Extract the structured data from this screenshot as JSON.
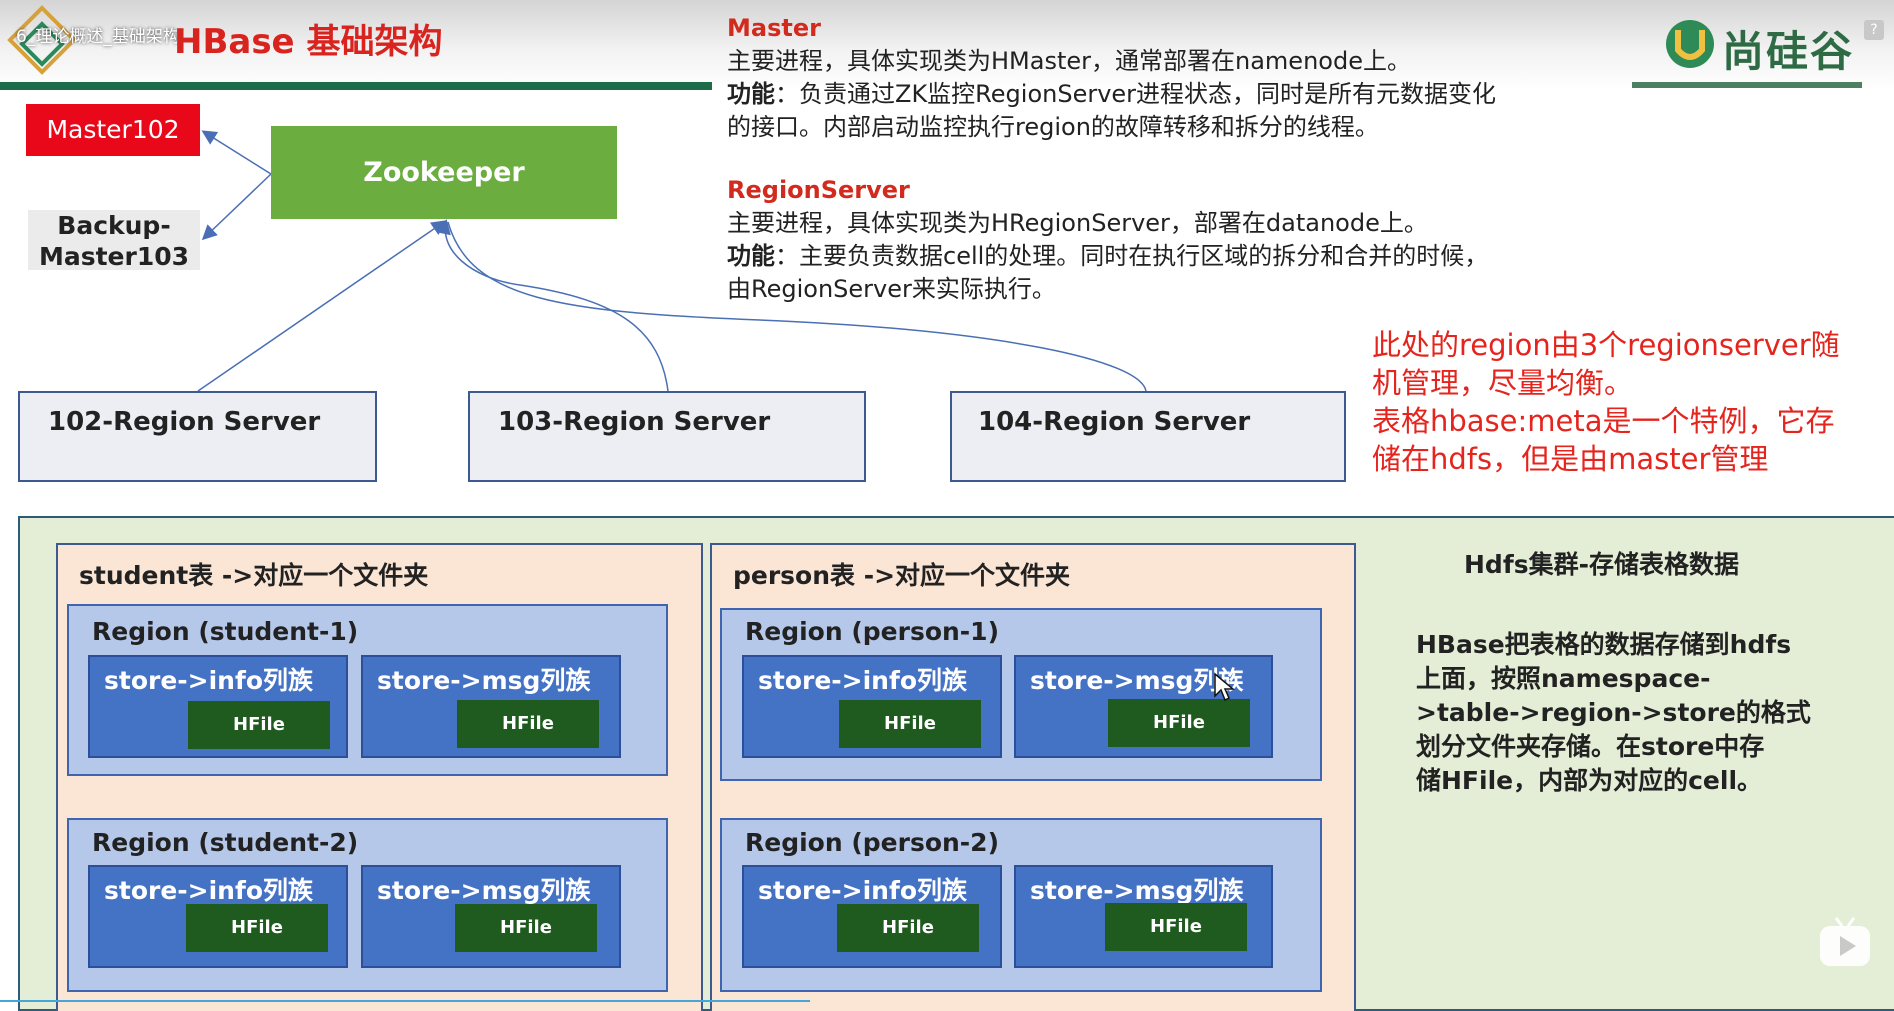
{
  "video": {
    "title": "6_理论概述_基础架构"
  },
  "slide": {
    "title": "HBase 基础架构"
  },
  "master_info": {
    "heading": "Master",
    "line1": "主要进程，具体实现类为HMaster，通常部署在namenode上。",
    "func_label": "功能",
    "line2": "：负责通过ZK监控RegionServer进程状态，同时是所有元数据变化",
    "line3": "的接口。内部启动监控执行region的故障转移和拆分的线程。"
  },
  "regionserver_info": {
    "heading": "RegionServer",
    "line1": "主要进程，具体实现类为HRegionServer，部署在datanode上。",
    "func_label": "功能",
    "line2": "：主要负责数据cell的处理。同时在执行区域的拆分和合并的时候，",
    "line3": "由RegionServer来实际执行。"
  },
  "note": {
    "line1": "此处的region由3个regionserver随",
    "line2": "机管理，尽量均衡。",
    "line3": "表格hbase:meta是一个特例，它存",
    "line4": "储在hdfs，但是由master管理"
  },
  "cluster": {
    "master": "Master102",
    "backup_line1": "Backup-",
    "backup_line2": "Master103",
    "zookeeper": "Zookeeper",
    "servers": [
      "102-Region Server",
      "103-Region Server",
      "104-Region Server"
    ]
  },
  "hdfs": {
    "heading": "Hdfs集群-存储表格数据",
    "desc": [
      "HBase把表格的数据存储到hdfs",
      "上面，按照namespace-",
      ">table->region->store的格式",
      "划分文件夹存储。在store中存",
      "储HFile，内部为对应的cell。"
    ],
    "tables": [
      {
        "title": "student表 ->对应一个文件夹",
        "regions": [
          {
            "title": "Region (student-1)",
            "stores": [
              "store->info列族",
              "store->msg列族"
            ],
            "hfile": "HFile"
          },
          {
            "title": "Region (student-2)",
            "stores": [
              "store->info列族",
              "store->msg列族"
            ],
            "hfile": "HFile"
          }
        ]
      },
      {
        "title": "person表 ->对应一个文件夹",
        "regions": [
          {
            "title": "Region (person-1)",
            "stores": [
              "store->info列族",
              "store->msg列族"
            ],
            "hfile": "HFile"
          },
          {
            "title": "Region (person-2)",
            "stores": [
              "store->info列族",
              "store->msg列族"
            ],
            "hfile": "HFile"
          }
        ]
      }
    ]
  },
  "logo": {
    "text": "尚硅谷"
  },
  "help": "?"
}
